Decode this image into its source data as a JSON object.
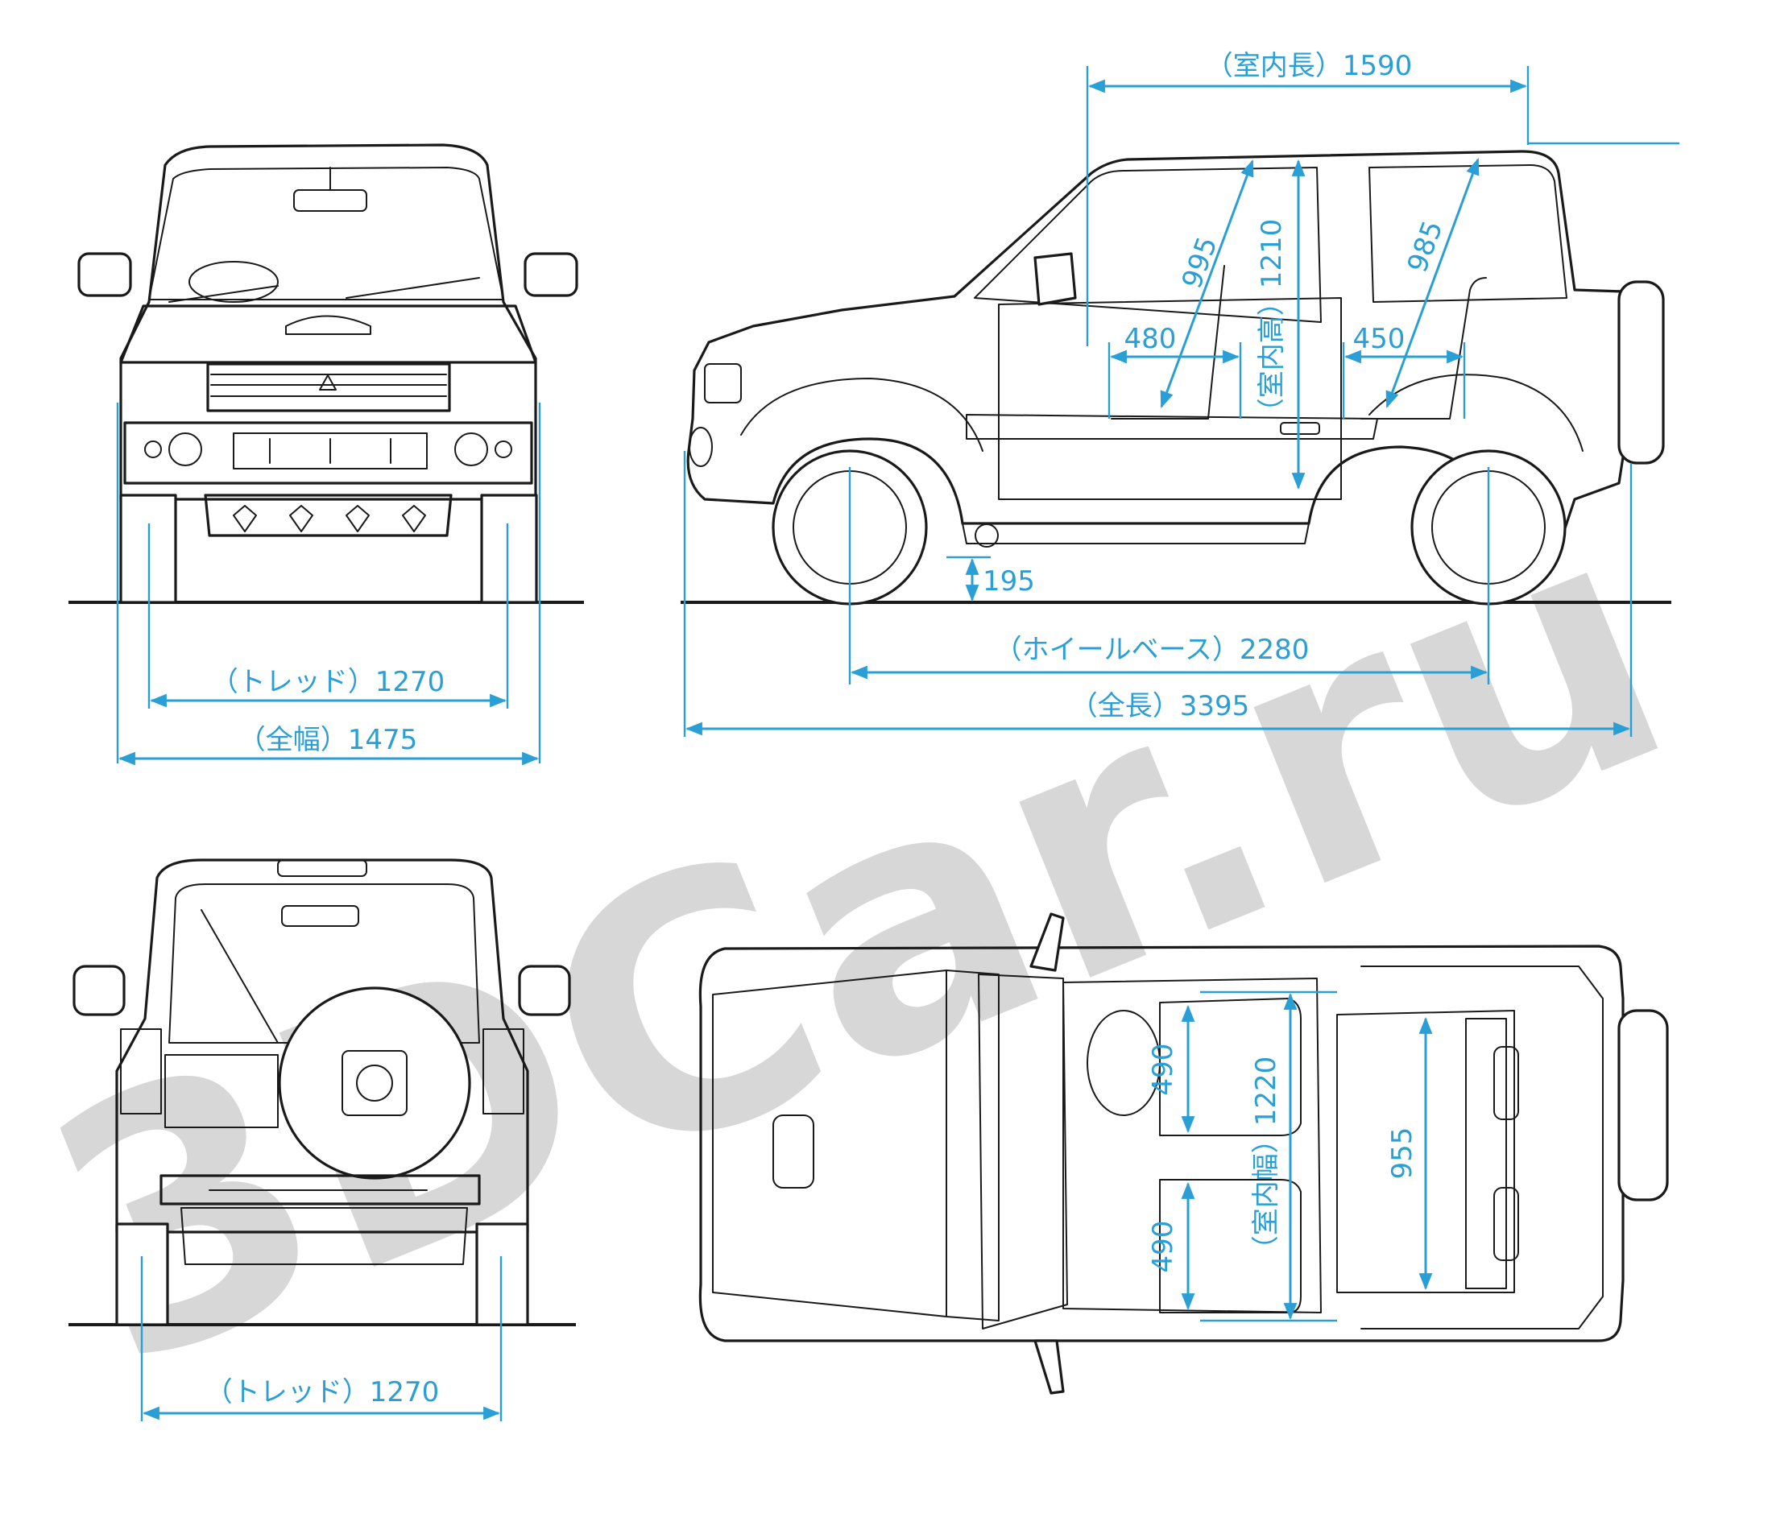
{
  "watermark": {
    "text": "3DCar.ru"
  },
  "views": {
    "front": {
      "name": "front-view",
      "dims": {
        "track": "（トレッド）1270",
        "width": "（全幅）1475"
      }
    },
    "side": {
      "name": "side-view",
      "dims": {
        "interior_length": "（室内長）1590",
        "interior_height": "（室内高）1210",
        "headroom_front": "995",
        "headroom_rear": "985",
        "seat_front": "480",
        "seat_rear": "450",
        "ground_clearance": "195",
        "wheelbase": "（ホイールベース）2280",
        "overall_length": "（全長）3395"
      }
    },
    "rear": {
      "name": "rear-view",
      "dims": {
        "track": "（トレッド）1270"
      }
    },
    "top": {
      "name": "top-view",
      "dims": {
        "interior_width": "（室内幅）1220",
        "seat_width_front": "490",
        "seat_width_rear": "490",
        "cargo_width": "955"
      }
    }
  },
  "colors": {
    "dimension": "#2a9fd6",
    "linework": "#1a1a1a",
    "watermark": "#c8c8c8",
    "background": "#ffffff"
  }
}
